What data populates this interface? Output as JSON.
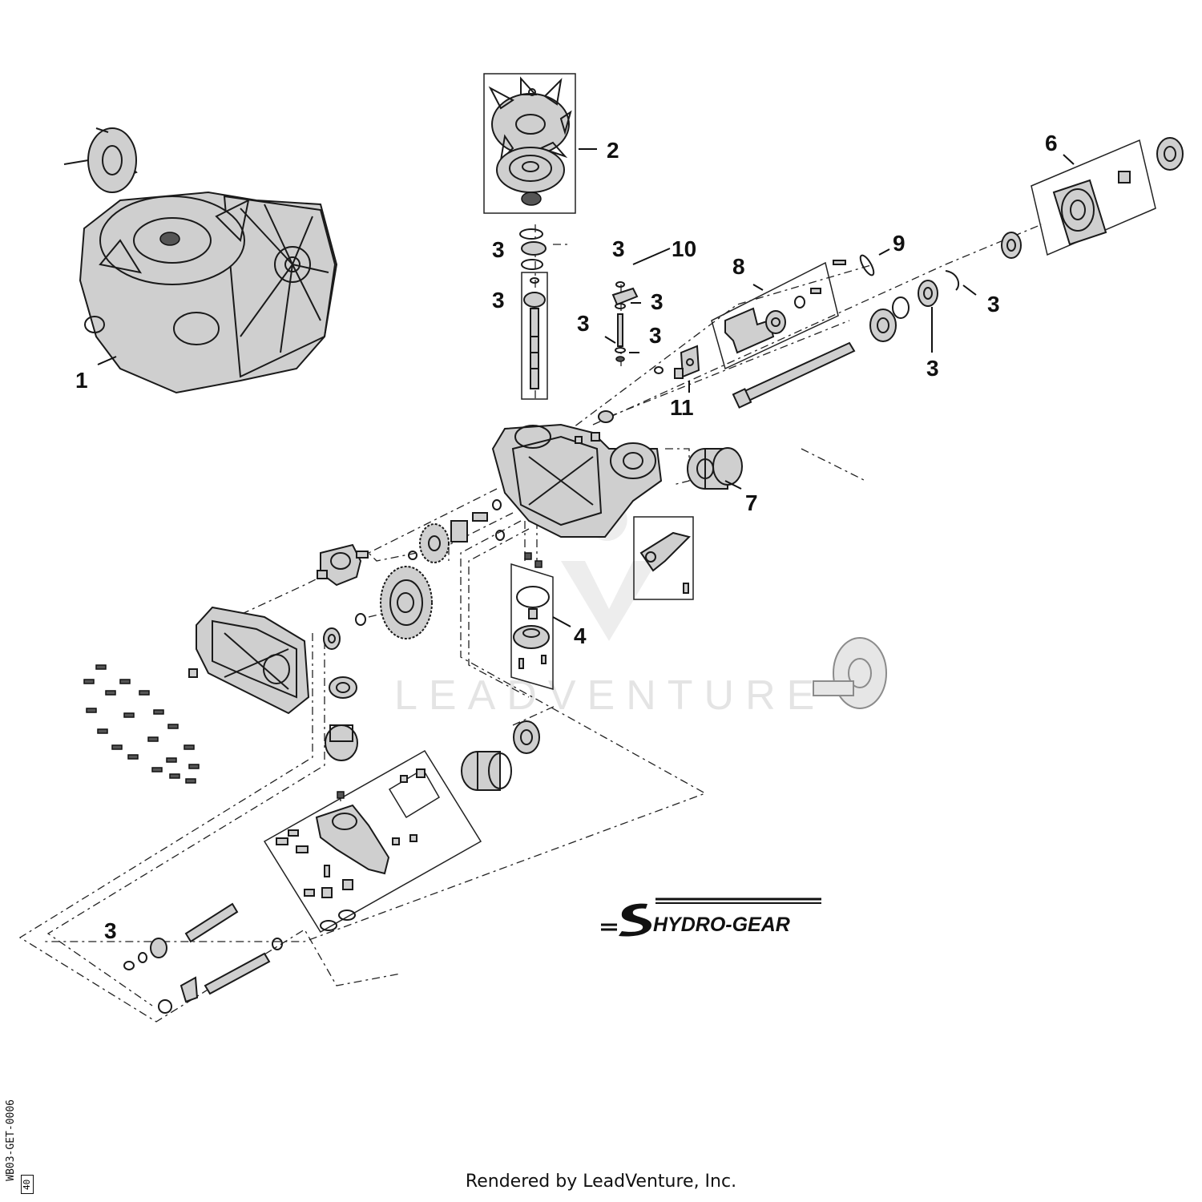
{
  "callouts": {
    "c1": "1",
    "c2": "2",
    "c3": "3",
    "c4": "4",
    "c6": "6",
    "c7": "7",
    "c8": "8",
    "c9": "9",
    "c10": "10",
    "c11": "11"
  },
  "logo_text": "HYDRO-GEAR",
  "watermark_text": "LEADVENTURE",
  "footer_text": "Rendered by LeadVenture, Inc.",
  "diagram_code": "WB03-GET-0006",
  "diagram_rev": "40",
  "colors": {
    "line": "#1a1a1a",
    "part_fill": "#cfcfcf",
    "watermark": "#e2e2e2"
  }
}
